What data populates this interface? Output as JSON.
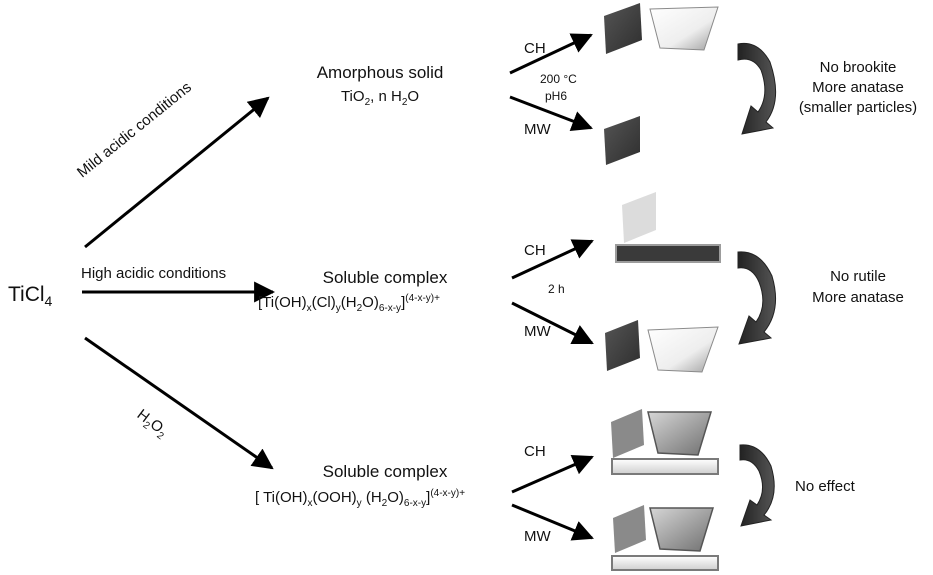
{
  "start": {
    "main": "TiCl",
    "sub": "4"
  },
  "branches": [
    {
      "condition": "Mild acidic conditions"
    },
    {
      "condition": "High acidic conditions"
    },
    {
      "condition_main": "H",
      "condition_sub": "2",
      "condition_tail": "O",
      "condition_sub2": "2"
    }
  ],
  "products": [
    {
      "name": "Amorphous solid",
      "formula": "TiO2, n H2O"
    },
    {
      "name": "Soluble complex",
      "formula": "[Ti(OH)x(Cl)y(H2O)6-x-y](4-x-y)+"
    },
    {
      "name": "Soluble complex",
      "formula": "[ Ti(OH)x(OOH)y (H2O)6-x-y](4-x-y)+"
    }
  ],
  "methods": {
    "ch": "CH",
    "mw": "MW"
  },
  "process": {
    "temp": "200 °C",
    "ph": "pH6",
    "time": "2 h"
  },
  "outcomes": [
    {
      "line1": "No brookite",
      "line2": "More anatase",
      "line3": "(smaller particles)"
    },
    {
      "line1": "No rutile",
      "line2": "More anatase"
    },
    {
      "line1": "No effect"
    }
  ]
}
